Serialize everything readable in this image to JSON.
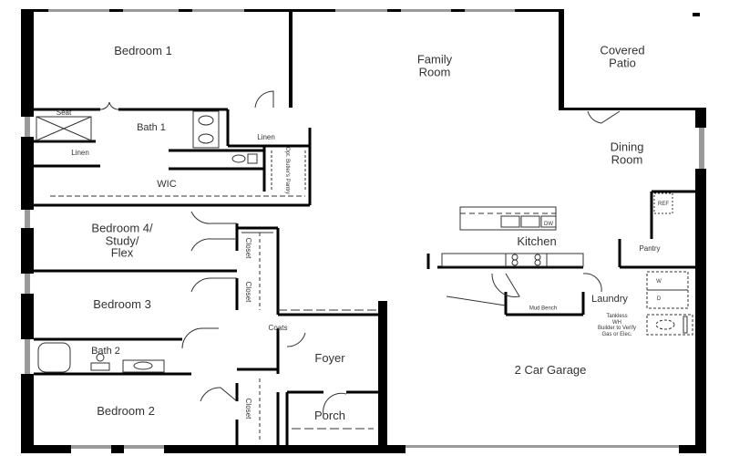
{
  "plan": {
    "colors": {
      "wall": "#000000",
      "window": "#9a9a9a",
      "fixture": "#333333",
      "label": "#333333",
      "background": "#ffffff"
    },
    "rooms": {
      "bedroom1": "Bedroom 1",
      "family_room_l1": "Family",
      "family_room_l2": "Room",
      "covered_patio_l1": "Covered",
      "covered_patio_l2": "Patio",
      "bath1": "Bath 1",
      "seat": "Seat",
      "linen_a": "Linen",
      "linen_b": "Linen",
      "wic": "WIC",
      "butlers_pantry": "Opt. Butler's Pantry",
      "dining_room_l1": "Dining",
      "dining_room_l2": "Room",
      "bedroom4_l1": "Bedroom 4/",
      "bedroom4_l2": "Study/",
      "bedroom4_l3": "Flex",
      "closet_a": "Closet",
      "closet_b": "Closet",
      "closet_c": "Closet",
      "kitchen": "Kitchen",
      "dw": "DW",
      "ref": "REF",
      "pantry": "Pantry",
      "bedroom3": "Bedroom 3",
      "laundry": "Laundry",
      "mud_bench": "Mud Bench",
      "coats": "Coats",
      "bath2": "Bath 2",
      "foyer": "Foyer",
      "water_heater_l1": "Tankless",
      "water_heater_l2": "WH",
      "water_heater_l3": "Builder to Verify",
      "water_heater_l4": "Gas or Elec.",
      "washer": "W",
      "dryer": "D",
      "garage": "2 Car Garage",
      "bedroom2": "Bedroom 2",
      "porch": "Porch"
    }
  }
}
